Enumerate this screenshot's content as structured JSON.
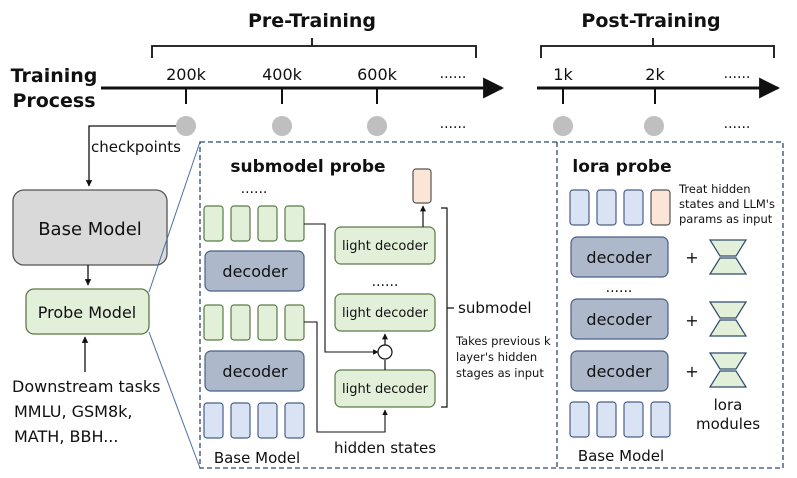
{
  "header": {
    "pre_training": "Pre-Training",
    "post_training": "Post-Training",
    "training_process_line1": "Training",
    "training_process_line2": "Process"
  },
  "timeline": {
    "pre_ticks": [
      "200k",
      "400k",
      "600k",
      "......"
    ],
    "post_ticks": [
      "1k",
      "2k",
      "......"
    ],
    "dots_pre": "......",
    "dots_post": "......"
  },
  "left": {
    "checkpoints": "checkpoints",
    "base_model": "Base Model",
    "probe_model": "Probe Model",
    "tasks_line1": "Downstream tasks",
    "tasks_line2": "MMLU, GSM8k,",
    "tasks_line3": "MATH, BBH..."
  },
  "submodel_probe": {
    "title": "submodel probe",
    "ellipsis_top": "......",
    "decoder_1": "decoder",
    "decoder_2": "decoder",
    "base_model": "Base Model",
    "light_decoder_top": "light decoder",
    "light_decoder_mid": "light decoder",
    "light_decoder_bottom": "light decoder",
    "ellipsis_light": "......",
    "submodel_label": "submodel",
    "note_line1": "Takes previous k",
    "note_line2": "layer's hidden",
    "note_line3": "stages as input",
    "hidden_states": "hidden states"
  },
  "lora_probe": {
    "title": "lora probe",
    "note_line1": "Treat hidden",
    "note_line2": "states and LLM's",
    "note_line3": "params as input",
    "decoder_1": "decoder",
    "decoder_2": "decoder",
    "decoder_3": "decoder",
    "plus_1": "+",
    "plus_2": "+",
    "plus_3": "+",
    "ellipsis": "......",
    "lora_line1": "lora",
    "lora_line2": "modules",
    "base_model": "Base Model"
  },
  "colors": {
    "green_fill": "#e2efd9",
    "green_stroke": "#5b7a47",
    "blue_fill": "#dae3f3",
    "blue_stroke": "#4a5f86",
    "decoder_fill": "#adb9ca",
    "peach_fill": "#fbe5d6",
    "dot_gray": "#bfbfbf",
    "base_gray": "#d9d9d9",
    "dashed": "#2f4a6d"
  }
}
